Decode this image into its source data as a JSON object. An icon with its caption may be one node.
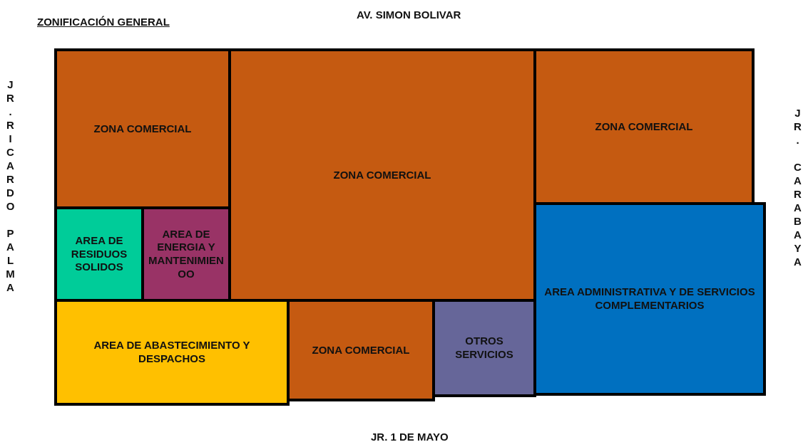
{
  "diagram": {
    "title": "ZONIFICACIÓN GENERAL",
    "nodes": [
      {
        "text": [
          "ZONA COMERCIAL"
        ]
      },
      {
        "text": [
          "ZONA COMERCIAL"
        ]
      },
      {
        "text": [
          "ZONA COMERCIAL"
        ]
      },
      {
        "text": [
          "AREA DE RESIDUOS SOLIDOS"
        ]
      },
      {
        "text": [
          "AREA DE ENERGIA Y MANTENIMIEN OO"
        ]
      },
      {
        "text": [
          "AREA ADMINISTRATIVA Y DE SERVICIOS COMPLEMENTARIOS"
        ]
      },
      {
        "text": [
          "AREA DE ABASTECIMIENTO Y DESPACHOS"
        ]
      },
      {
        "text": [
          "ZONA COMERCIAL"
        ]
      },
      {
        "text": [
          "OTROS SERVICIOS"
        ]
      }
    ],
    "labels": [
      "AV. SIMON BOLIVAR",
      "JR.RICARDO PALMA",
      "JR. CARABAYA",
      "JR. 1 DE MAYO"
    ]
  }
}
